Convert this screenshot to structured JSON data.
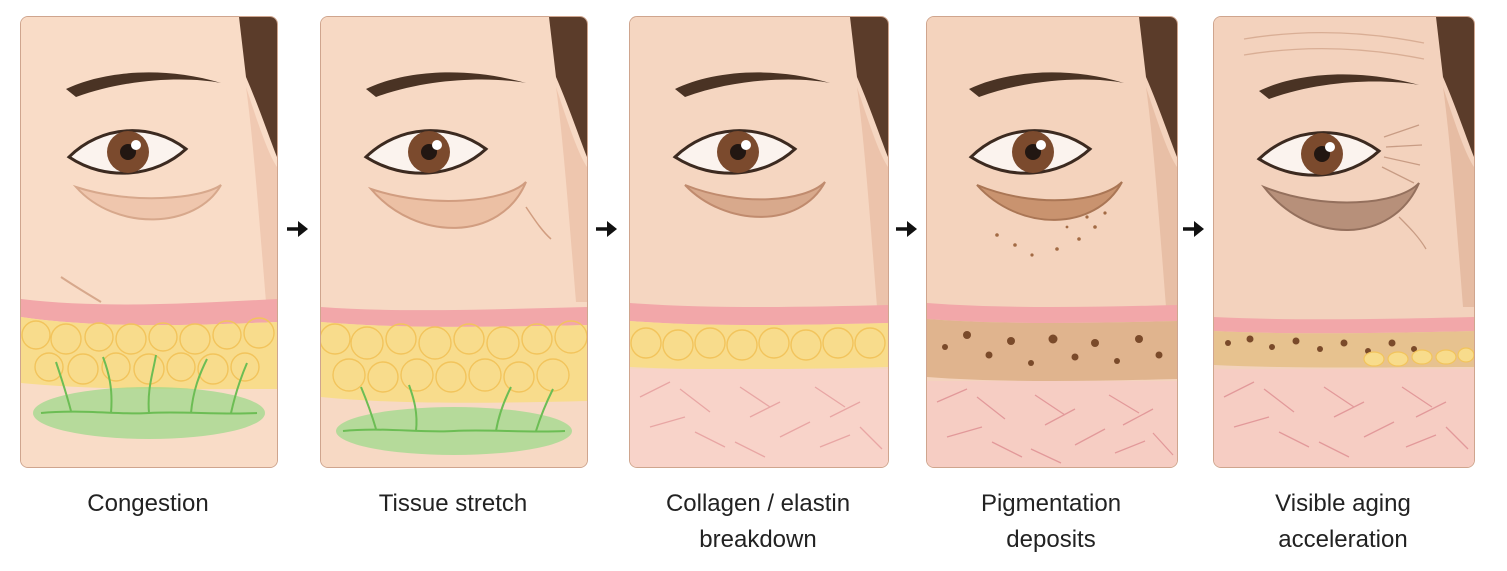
{
  "stages": [
    {
      "label_lines": [
        "Congestion"
      ]
    },
    {
      "label_lines": [
        "Tissue stretch"
      ]
    },
    {
      "label_lines": [
        "Collagen / elastin",
        "breakdown"
      ]
    },
    {
      "label_lines": [
        "Pigmentation",
        "deposits"
      ]
    },
    {
      "label_lines": [
        "Visible aging",
        "acceleration"
      ]
    }
  ],
  "colors": {
    "skin": "#f9dcc7",
    "hair": "#5b3c2a",
    "dermis_band": "#f2a7a9",
    "fat": "#f8dc8c",
    "congestion_green": "#9fd98c",
    "collagen_pink": "#f3c5c1",
    "pigment": "#7a4a2a",
    "arrow": "#111111"
  }
}
